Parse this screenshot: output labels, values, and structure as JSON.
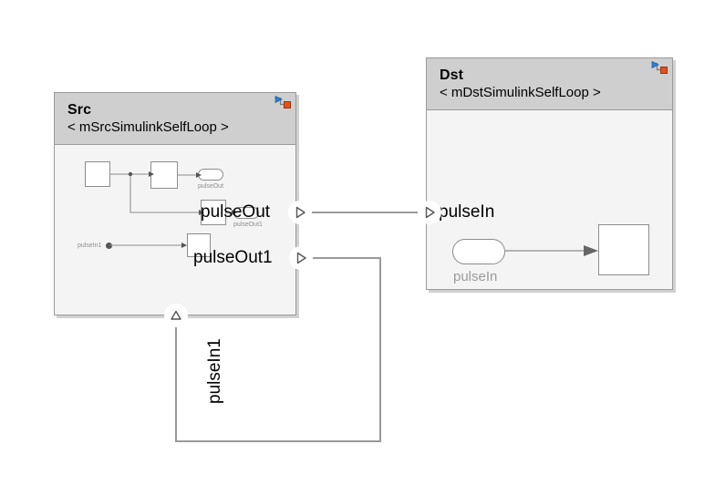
{
  "diagram": {
    "type": "simulink-architecture-diagram",
    "background_color": "#ffffff",
    "line_color": "#9a9a9a",
    "header_color": "#cfcfcf",
    "body_color": "#f4f4f4"
  },
  "blocks": [
    {
      "id": "src",
      "name": "Src",
      "type_label": "< mSrcSimulinkSelfLoop >",
      "badge_icon": "simulink-link-icon",
      "ports": [
        {
          "id": "src-pulseout",
          "label": "pulseOut",
          "direction": "output",
          "icon": "triangle-right-icon",
          "side": "right"
        },
        {
          "id": "src-pulseout1",
          "label": "pulseOut1",
          "direction": "output",
          "icon": "triangle-right-icon",
          "side": "right"
        },
        {
          "id": "src-pulsein1",
          "label": "pulseIn1",
          "direction": "input",
          "icon": "triangle-up-icon",
          "side": "bottom"
        }
      ],
      "inner": {
        "labels": [
          {
            "id": "src-inner-pulseout",
            "text": "pulseOut"
          },
          {
            "id": "src-inner-pulseout1",
            "text": "pulseOut1"
          },
          {
            "id": "src-inner-pulsein1",
            "text": "pulseIn1"
          }
        ]
      }
    },
    {
      "id": "dst",
      "name": "Dst",
      "type_label": "< mDstSimulinkSelfLoop >",
      "badge_icon": "simulink-link-icon",
      "ports": [
        {
          "id": "dst-pulsein",
          "label": "pulseIn",
          "direction": "input",
          "icon": "triangle-right-icon",
          "side": "left"
        }
      ],
      "inner": {
        "labels": [
          {
            "id": "dst-inner-pulsein",
            "text": "pulseIn"
          }
        ]
      }
    }
  ],
  "connections": [
    {
      "id": "conn-src-to-dst",
      "from": "src-pulseout",
      "to": "dst-pulsein",
      "style": "straight"
    },
    {
      "id": "conn-src-selfloop",
      "from": "src-pulseout1",
      "to": "src-pulsein1",
      "style": "orthogonal",
      "label": "pulseIn1"
    }
  ]
}
